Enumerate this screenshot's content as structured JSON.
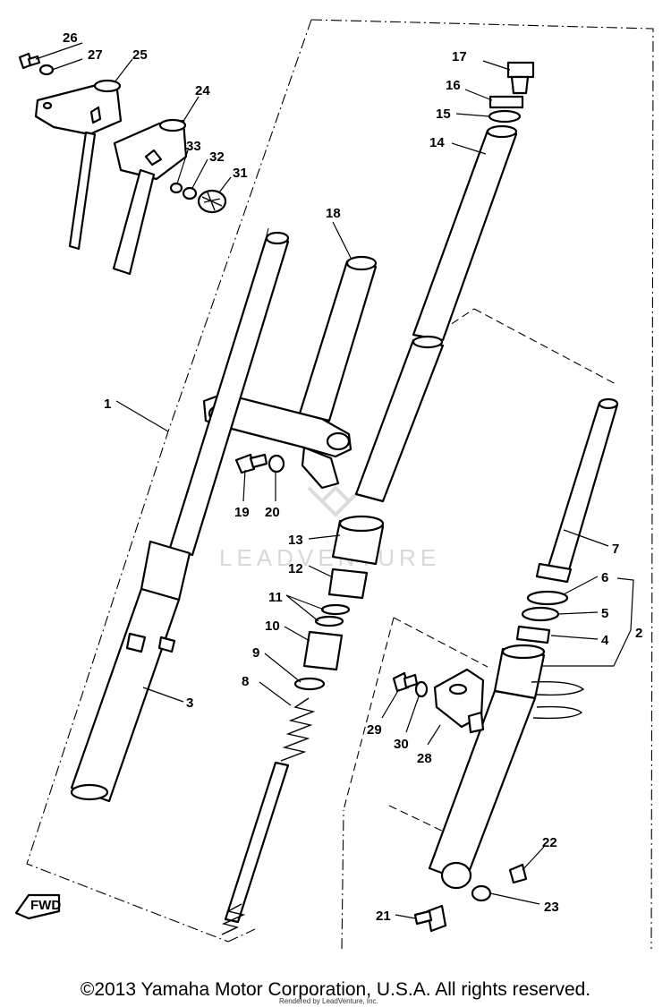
{
  "watermark": "LEADVENTURE",
  "direction_tag": "FWD",
  "callouts": [
    "1",
    "2",
    "3",
    "4",
    "5",
    "6",
    "7",
    "8",
    "9",
    "10",
    "11",
    "12",
    "13",
    "14",
    "15",
    "16",
    "17",
    "18",
    "19",
    "20",
    "21",
    "22",
    "23",
    "24",
    "25",
    "26",
    "27",
    "28",
    "29",
    "30",
    "31",
    "32",
    "33"
  ],
  "footer": {
    "copyright": "©2013 Yamaha Motor Corporation, U.S.A. All rights reserved.",
    "rendered_by": "Rendered by LeadVenture, Inc."
  }
}
